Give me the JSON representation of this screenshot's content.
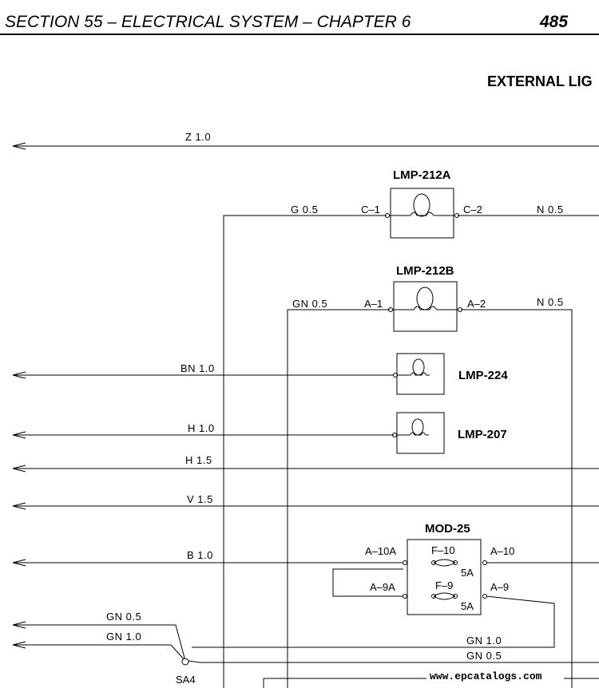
{
  "header": {
    "section_title": "SECTION 55 – ELECTRICAL SYSTEM – CHAPTER 6",
    "page_number": "485"
  },
  "diagram_title": "EXTERNAL LIG",
  "wires": {
    "z10": "Z 1.0",
    "g05": "G 0.5",
    "n05_top": "N 0.5",
    "gn05_mid": "GN 0.5",
    "n05_mid": "N 0.5",
    "bn10": "BN 1.0",
    "h10": "H 1.0",
    "h15": "H 1.5",
    "v15": "V 1.5",
    "b10": "B 1.0",
    "gn05_left": "GN 0.5",
    "gn10_left": "GN 1.0",
    "gn10_bottom": "GN 1.0",
    "gn05_bottom": "GN 0.5",
    "gn10_cut": "GN 1.0"
  },
  "components": {
    "lmp212a": {
      "label": "LMP-212A",
      "pin_left": "C–1",
      "pin_right": "C–2"
    },
    "lmp212b": {
      "label": "LMP-212B",
      "pin_left": "A–1",
      "pin_right": "A–2"
    },
    "lmp224": {
      "label": "LMP-224"
    },
    "lmp207": {
      "label": "LMP-207"
    },
    "mod25": {
      "label": "MOD-25",
      "fuse1": "F–10",
      "fuse1_rating": "5A",
      "fuse1_in": "A–10A",
      "fuse1_out": "A–10",
      "fuse2": "F–9",
      "fuse2_rating": "5A",
      "fuse2_in": "A–9A",
      "fuse2_out": "A–9"
    },
    "sa4": {
      "label": "SA4"
    }
  },
  "watermark": "www.epcatalogs.com"
}
